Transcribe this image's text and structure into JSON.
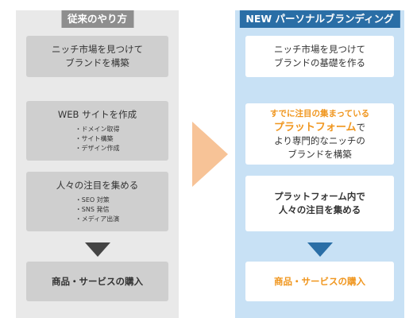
{
  "left": {
    "title": "従来のやり方",
    "cards": [
      {
        "lines": [
          "ニッチ市場を見つけて",
          "ブランドを構築"
        ]
      },
      {
        "lines": [
          "WEB サイトを作成"
        ],
        "subs": [
          "・ドメイン取得",
          "・サイト構築",
          "・デザイン作成"
        ]
      },
      {
        "lines": [
          "人々の注目を集める"
        ],
        "subs": [
          "・SEO 対策",
          "・SNS 発信",
          "・メディア出演"
        ]
      },
      {
        "lines": [
          "商品・サービスの購入"
        ]
      }
    ]
  },
  "right": {
    "title": "NEW パーソナルブランディング",
    "cards": [
      {
        "lines": [
          "ニッチ市場を見つけて",
          "ブランドの基礎を作る"
        ]
      },
      {
        "em1": "すでに注目の集まっている",
        "em2": "プラットフォーム",
        "em2_suffix": "で",
        "lines": [
          "より専門的なニッチの",
          "ブランドを構築"
        ]
      },
      {
        "lines": [
          "プラットフォーム内で",
          "人々の注目を集める"
        ]
      },
      {
        "lines": [
          "商品・サービスの購入"
        ]
      }
    ]
  },
  "colors": {
    "left_panel": "#e9e9e9",
    "left_card": "#cfcfcf",
    "right_panel": "#c8e1f5",
    "right_header": "#2a6ea6",
    "accent": "#f0961e",
    "arrow": "#f7c397"
  }
}
